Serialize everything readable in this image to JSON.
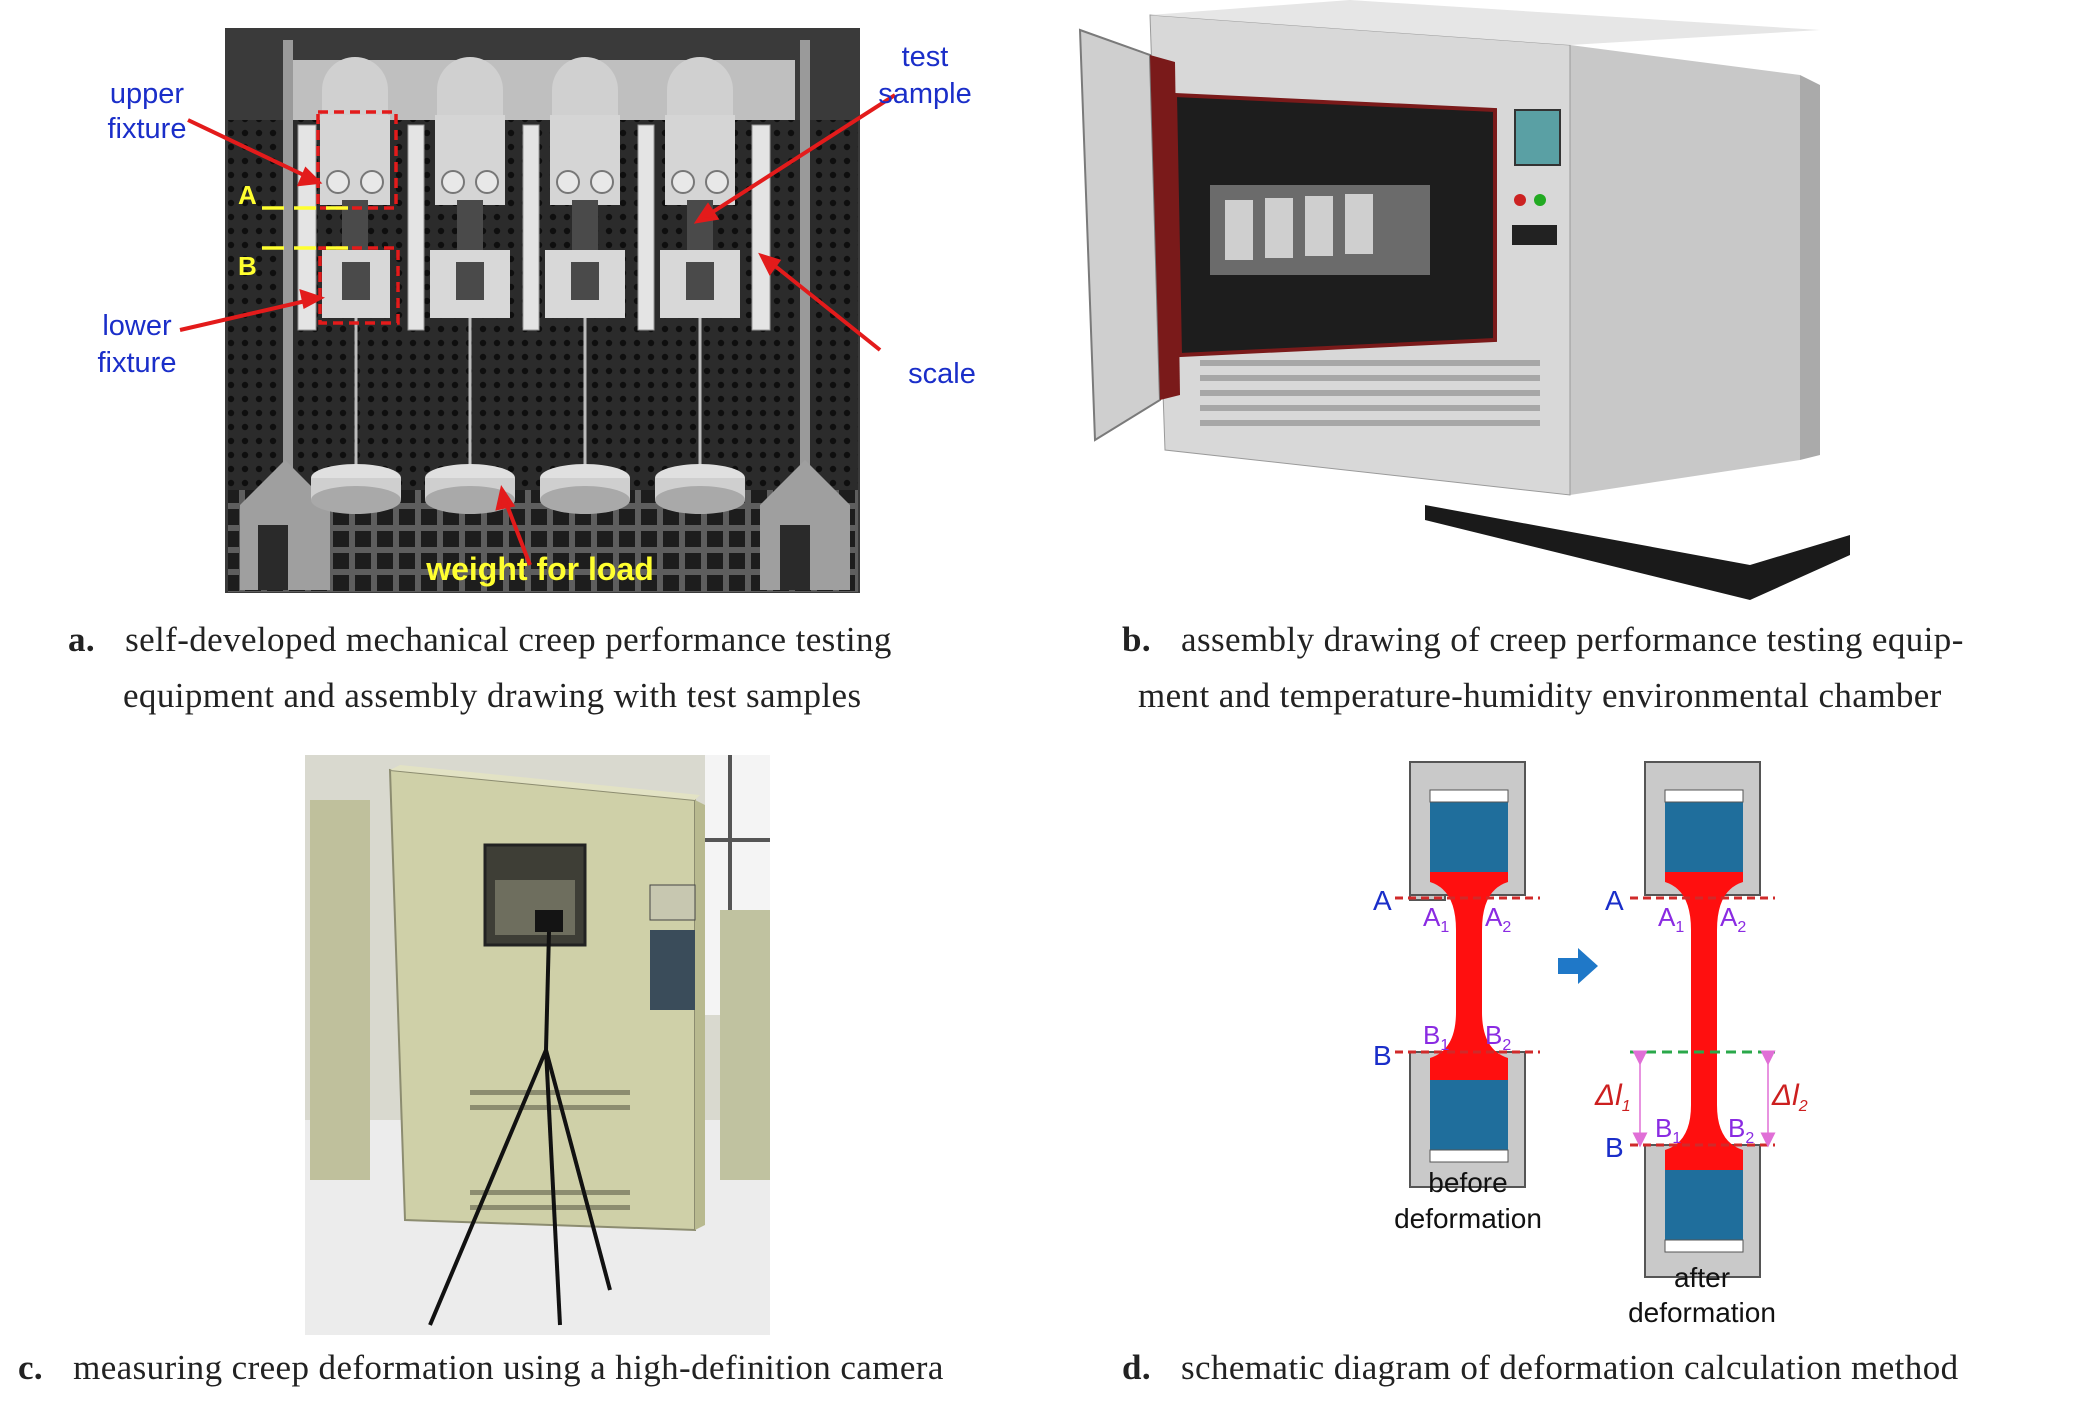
{
  "panel_a": {
    "labels": {
      "upper": "upper",
      "fixture1": "fixture",
      "lower": "lower",
      "fixture2": "fixture",
      "test": "test",
      "sample": "sample",
      "scale": "scale",
      "weight": "weight for load",
      "a": "A",
      "b": "B"
    },
    "caption_letter": "a.",
    "caption_line1": "self-developed mechanical creep performance testing",
    "caption_line2": "equipment and assembly drawing with test samples"
  },
  "panel_b": {
    "caption_letter": "b.",
    "caption_line1": "assembly drawing of creep performance testing equip-",
    "caption_line2": "ment and temperature-humidity environmental chamber"
  },
  "panel_c": {
    "caption_letter": "c.",
    "caption_line1": "measuring creep deformation using a high-definition camera"
  },
  "panel_d": {
    "labels": {
      "A": "A",
      "B": "B",
      "before1": "before",
      "before2": "deformation",
      "after1": "after",
      "after2": "deformation"
    },
    "caption_letter": "d.",
    "caption_line1": "schematic diagram of deformation calculation method"
  },
  "colors": {
    "label_blue": "#1a2ec9",
    "arrow_red": "#e31b1b",
    "sample_red": "#ff0f0f",
    "block_blue": "#1f6e9c",
    "fixture_gray": "#c9c9c9",
    "highlight_yellow": "#ffff30",
    "subscript_purple": "#8a2be2",
    "guide_green": "#2aa84a",
    "arrow_blue": "#1f78c8"
  }
}
